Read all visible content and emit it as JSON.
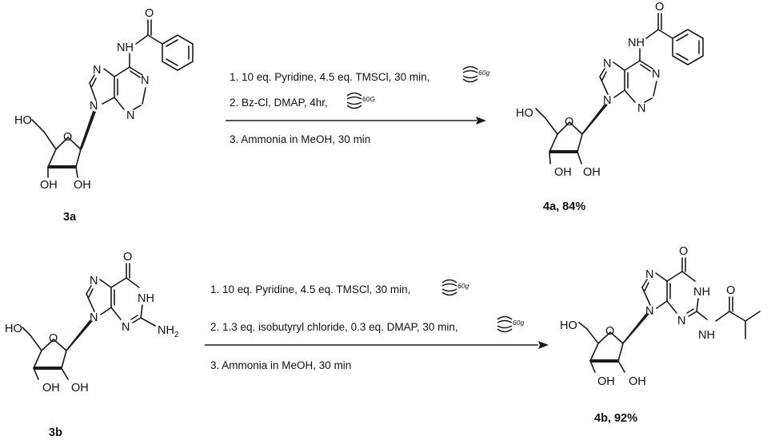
{
  "reactions": [
    {
      "start_label": "3a",
      "product_label": "4a, 84%",
      "steps": [
        {
          "text": "1. 10 eq. Pyridine, 4.5 eq. TMSCl, 30 min,",
          "ultrasound": "60g"
        },
        {
          "text": "2. Bz-Cl, DMAP, 4hr,",
          "ultrasound": "60G"
        },
        {
          "text": "3. Ammonia in MeOH, 30 min",
          "ultrasound": ""
        }
      ]
    },
    {
      "start_label": "3b",
      "product_label": "4b, 92%",
      "steps": [
        {
          "text": "1. 10 eq. Pyridine, 4.5 eq. TMSCl, 30 min,",
          "ultrasound": "60g"
        },
        {
          "text": "2. 1.3 eq. isobutyryl chloride, 0.3 eq. DMAP, 30 min,",
          "ultrasound": "60g"
        },
        {
          "text": "3. Ammonia in MeOH, 30 min",
          "ultrasound": ""
        }
      ]
    }
  ],
  "atoms": {
    "HO": "HO",
    "OH": "OH",
    "O": "O",
    "N": "N",
    "H": "H",
    "NH": "NH",
    "NH2": "NH",
    "sub2": "2"
  }
}
